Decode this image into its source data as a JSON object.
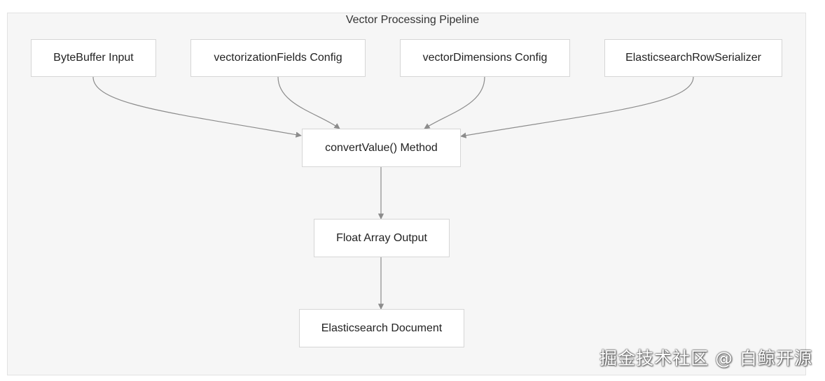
{
  "diagram": {
    "cluster_title": "Vector Processing Pipeline",
    "nodes": {
      "bytebuffer": "ByteBuffer Input",
      "vectorization_fields": "vectorizationFields Config",
      "vector_dimensions": "vectorDimensions Config",
      "serializer": "ElasticsearchRowSerializer",
      "convert_value": "convertValue() Method",
      "float_array": "Float Array Output",
      "es_document": "Elasticsearch Document"
    },
    "edges": [
      {
        "from": "bytebuffer",
        "to": "convert_value"
      },
      {
        "from": "vectorization_fields",
        "to": "convert_value"
      },
      {
        "from": "vector_dimensions",
        "to": "convert_value"
      },
      {
        "from": "serializer",
        "to": "convert_value"
      },
      {
        "from": "convert_value",
        "to": "float_array"
      },
      {
        "from": "float_array",
        "to": "es_document"
      }
    ],
    "colors": {
      "cluster_fill": "#f6f6f6",
      "node_fill": "#ffffff",
      "edge": "#8c8c8c"
    }
  },
  "watermark": "掘金技术社区 @ 白鲸开源"
}
